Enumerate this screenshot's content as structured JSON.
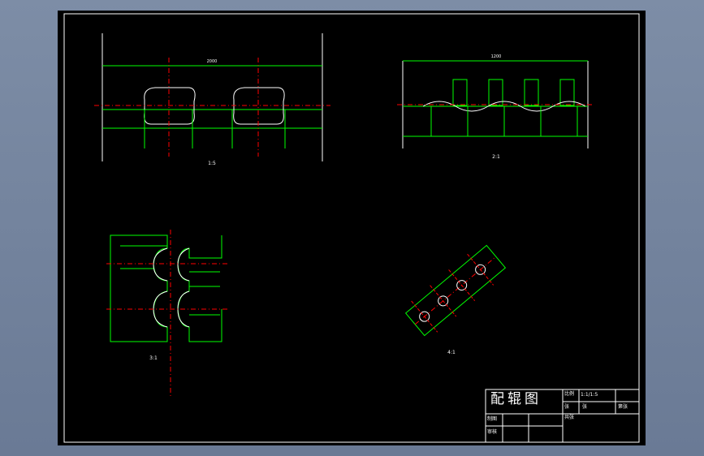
{
  "drawing": {
    "view_labels": {
      "top_left": "1:5",
      "top_right": "2:1",
      "bottom_left": "3:1",
      "bottom_right": "4:1"
    },
    "dims": {
      "top_left_overall": "2000",
      "top_right_overall": "1200"
    }
  },
  "title_block": {
    "title": "配辊图",
    "scale_label": "比例",
    "scale_value": "1:1/1:5",
    "sheet_label_1": "张",
    "sheet_count": "张",
    "sheet_total": "第张",
    "qty_label": "共张",
    "drawn_label": "制图",
    "checked_label": "审核"
  },
  "colors": {
    "outline": "#ffffff",
    "geometry": "#00ff00",
    "centerline": "#ff0000",
    "background": "#000000"
  }
}
